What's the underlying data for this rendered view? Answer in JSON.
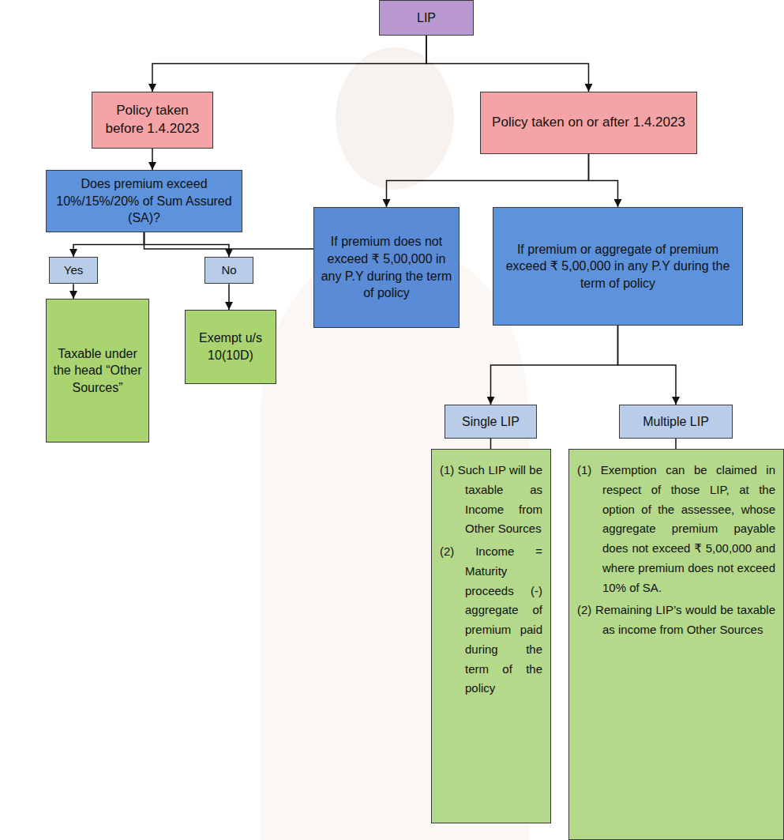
{
  "diagram": {
    "nodes": [
      {
        "text": [
          "LIP"
        ]
      },
      {
        "text": [
          "Policy taken before 1.4.2023"
        ]
      },
      {
        "text": [
          "Policy taken on or after 1.4.2023"
        ]
      },
      {
        "text": [
          "Does premium exceed 10%/15%/20% of Sum Assured (SA)?"
        ]
      },
      {
        "text": [
          "If premium does not exceed ₹ 5,00,000 in any P.Y during the term of policy"
        ]
      },
      {
        "text": [
          "If premium or aggregate of premium exceed ₹ 5,00,000 in any P.Y during the term of policy"
        ]
      },
      {
        "text": [
          "Yes"
        ]
      },
      {
        "text": [
          "No"
        ]
      },
      {
        "text": [
          "Taxable under the head “Other Sources”"
        ]
      },
      {
        "text": [
          "Exempt u/s 10(10D)"
        ]
      },
      {
        "text": [
          "Single LIP"
        ]
      },
      {
        "text": [
          "Multiple LIP"
        ]
      },
      {
        "text": [
          "(1) Such LIP will be taxable as Income from Other Sources",
          "(2) Income = Maturity proceeds (-) aggregate of premium paid during the term of the policy"
        ]
      },
      {
        "text": [
          "(1) Exemption can be claimed in respect of those LIP, at the option of the assessee, whose aggregate premium payable does not exceed ₹ 5,00,000 and where premium does not exceed 10% of SA.",
          "(2) Remaining LIP’s would be taxable as income from Other Sources"
        ]
      }
    ],
    "edges": [
      {
        "from": 0,
        "to": 1,
        "arrow": "to"
      },
      {
        "from": 0,
        "to": 2,
        "arrow": "to"
      },
      {
        "from": 1,
        "to": 3,
        "arrow": "to"
      },
      {
        "from": 2,
        "to": 4,
        "arrow": "to"
      },
      {
        "from": 2,
        "to": 5,
        "arrow": "to"
      },
      {
        "from": 4,
        "to": 3,
        "arrow": "to"
      },
      {
        "from": 3,
        "to": 6,
        "arrow": "to"
      },
      {
        "from": 3,
        "to": 7,
        "arrow": "to"
      },
      {
        "from": 6,
        "to": 8,
        "arrow": "to"
      },
      {
        "from": 7,
        "to": 9,
        "arrow": "to"
      },
      {
        "from": 5,
        "to": 10,
        "arrow": "to"
      },
      {
        "from": 5,
        "to": 11,
        "arrow": "to"
      },
      {
        "from": 10,
        "to": 12,
        "arrow": "none"
      },
      {
        "from": 11,
        "to": 13,
        "arrow": "none"
      }
    ]
  }
}
